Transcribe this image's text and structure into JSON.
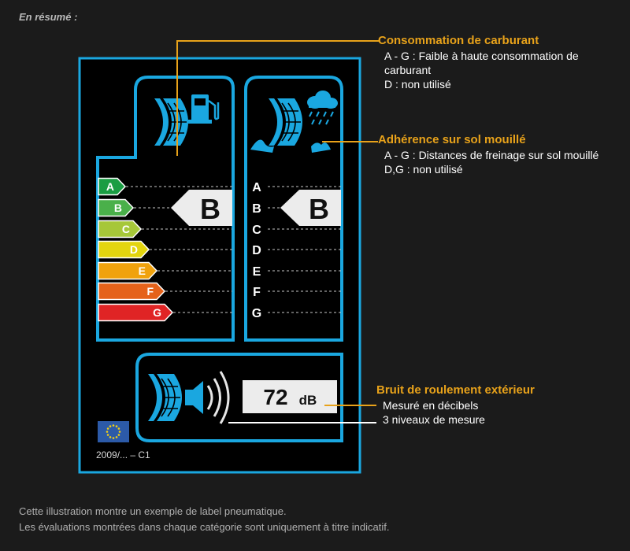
{
  "header": "En résumé :",
  "fuel": {
    "title": "Consommation de carburant",
    "desc1": "A - G : Faible à haute consommation de carburant",
    "desc2": "D : non utilisé",
    "grades": [
      "A",
      "B",
      "C",
      "D",
      "E",
      "F",
      "G"
    ],
    "rating": "B",
    "grade_colors": [
      "#1a9d43",
      "#4ab04a",
      "#a6c739",
      "#e3d50e",
      "#f0a20d",
      "#e5621a",
      "#e02425"
    ]
  },
  "wet": {
    "title": "Adhérence sur sol mouillé",
    "desc1": "A - G : Distances de freinage sur sol mouillé",
    "desc2": "D,G : non utilisé",
    "grades": [
      "A",
      "B",
      "C",
      "D",
      "E",
      "F",
      "G"
    ],
    "rating": "B"
  },
  "noise": {
    "title": "Bruit de roulement extérieur",
    "desc1": "Mesuré en décibels",
    "desc2": "3 niveaux de mesure",
    "value": "72",
    "unit": "dB"
  },
  "label_ref": "2009/... – C1",
  "footer": {
    "line1": "Cette illustration montre un exemple de label pneumatique.",
    "line2": "Les évaluations montrées dans chaque catégorie sont uniquement à titre indicatif."
  },
  "colors": {
    "frame": "#1aa7e0",
    "callout": "#e8a21a",
    "eu_blue": "#2c5aa8",
    "eu_star": "#f3d114"
  }
}
